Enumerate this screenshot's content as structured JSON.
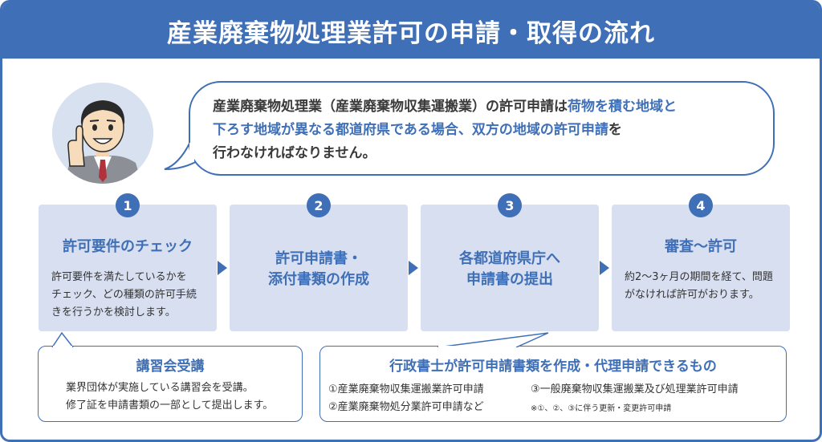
{
  "header": {
    "title": "産業廃棄物処理業許可の申請・取得の流れ"
  },
  "intro": {
    "line1_a": "産業廃棄物処理業（産業廃棄物収集運搬業）の許可申請は",
    "line1_b": "荷物を積む地域と",
    "line2_a": "下ろす地域が異なる都道府県である場合、双方の地域の許可申請",
    "line2_b": "を",
    "line3": "行わなければなりません。"
  },
  "steps": [
    {
      "number": "1",
      "title": "許可要件のチェック",
      "desc": [
        "許可要件を満たしているかを",
        "チェック、どの種類の許可手続",
        "きを行うかを検討します。"
      ]
    },
    {
      "number": "2",
      "title": [
        "許可申請書・",
        "添付書類の作成"
      ]
    },
    {
      "number": "3",
      "title": [
        "各都道府県庁へ",
        "申請書の提出"
      ]
    },
    {
      "number": "4",
      "title": "審査〜許可",
      "desc": [
        "約2〜3ヶ月の期間を経て、問題",
        "がなければ許可がおります。"
      ]
    }
  ],
  "seminar": {
    "title": "講習会受講",
    "lines": [
      "業界団体が実施している講習会を受講。",
      "修了証を申請書類の一部として提出します。"
    ]
  },
  "scrivener": {
    "title": "行政書士が許可申請書類を作成・代理申請できるもの",
    "item1": "①産業廃棄物収集運搬業許可申請",
    "item2": "②産業廃棄物処分業許可申請など",
    "item3": "③一般廃棄物収集運搬業及び処理業許可申請",
    "note": "※①、②、③に伴う更新・変更許可申請"
  },
  "colors": {
    "accent": "#3f6fb6",
    "step_bg": "#d7dff0"
  },
  "icons": {
    "presenter": "businessman-pointing-icon",
    "arrow": "triangle-right-icon"
  }
}
